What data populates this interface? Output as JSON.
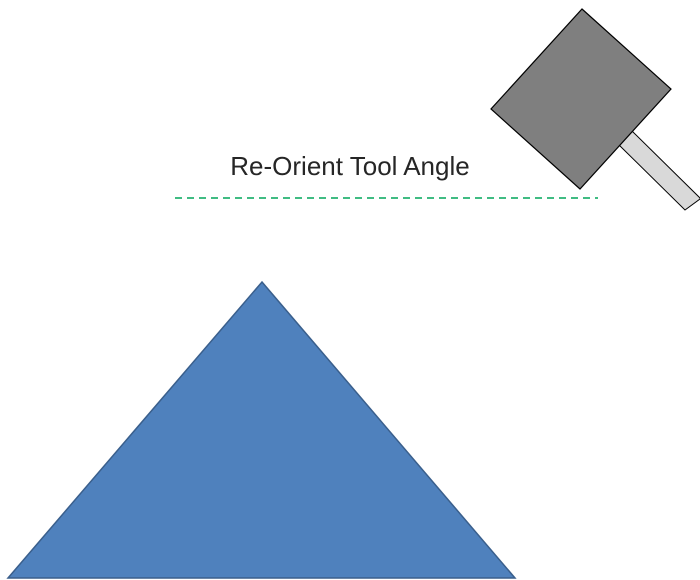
{
  "diagram": {
    "label": "Re-Orient Tool Angle",
    "colors": {
      "background": "#ffffff",
      "label_text": "#262626",
      "guide_line": "#00a65a",
      "tool_head_fill": "#7f7f7f",
      "tool_handle_fill": "#d9d9d9",
      "outline": "#000000",
      "workpiece_fill": "#4f81bd",
      "workpiece_stroke": "#3a5f8c"
    },
    "shapes": {
      "guide_line_style": "dashed",
      "tool_head": "square",
      "tool_handle": "rectangle",
      "workpiece": "triangle"
    }
  }
}
